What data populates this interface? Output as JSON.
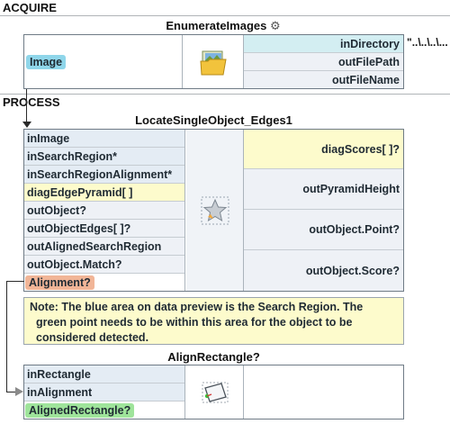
{
  "sections": {
    "acquire": "ACQUIRE",
    "process": "PROCESS"
  },
  "enumerate_images": {
    "title": "EnumerateImages",
    "gear_icon": "gear-icon",
    "input_output": "Image",
    "params": [
      "inDirectory",
      "outFilePath",
      "outFileName"
    ],
    "directory_value": "\"..\\..\\..\\..."
  },
  "locate": {
    "title": "LocateSingleObject_Edges1",
    "inputs": [
      "inImage",
      "inSearchRegion*",
      "inSearchRegionAlignment*",
      "diagEdgePyramid[ ]",
      "outObject?",
      "outObjectEdges[ ]?",
      "outAlignedSearchRegion",
      "outObject.Match?",
      "Alignment?"
    ],
    "outputs": [
      "diagScores[ ]?",
      "outPyramidHeight",
      "outObject.Point?",
      "outObject.Score?"
    ]
  },
  "note": {
    "lines": [
      "Note: The blue area on data preview is the Search Region. The",
      "green point needs to be within this area for the object to be",
      "considered detected."
    ]
  },
  "align": {
    "title": "AlignRectangle?",
    "rows": [
      "inRectangle",
      "inAlignment",
      "AlignedRectangle?"
    ]
  },
  "colors": {
    "input_row": "#e8edf3",
    "output_row": "#eef1f6",
    "highlight_yellow": "#fdfbcc",
    "highlight_cyan": "#d3eef2",
    "pill_blue": "#8fd6ea",
    "pill_orange": "#f1b597",
    "pill_green": "#9fe49b"
  }
}
